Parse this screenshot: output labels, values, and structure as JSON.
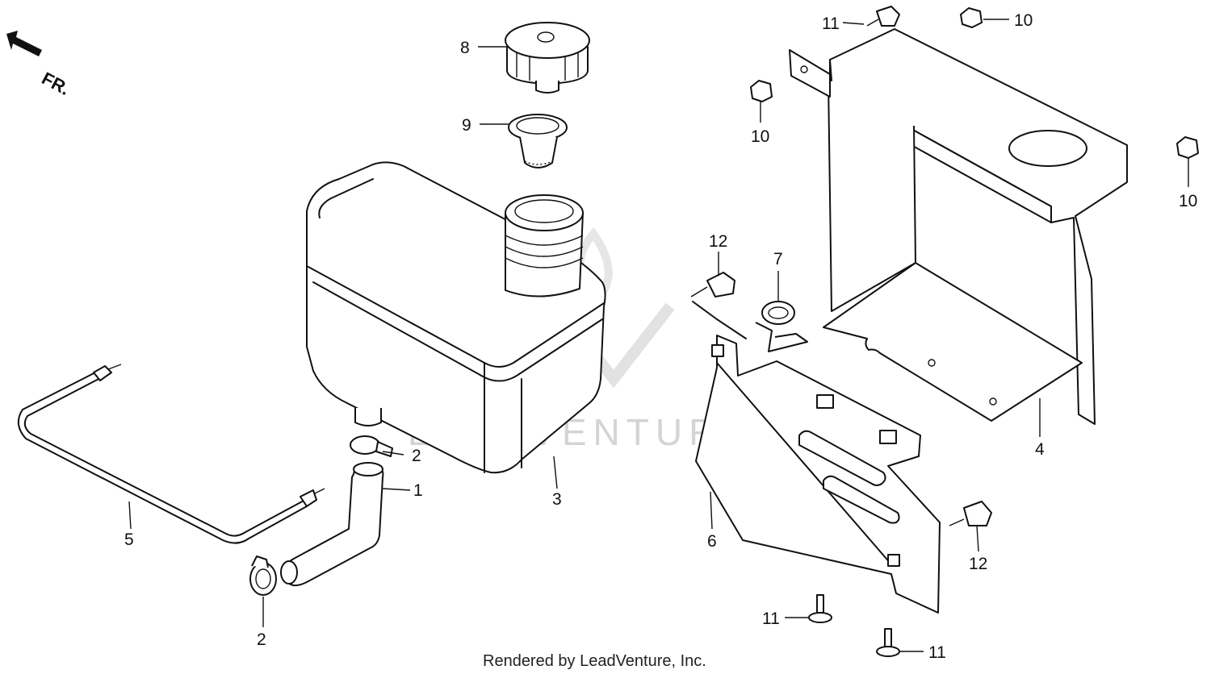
{
  "direction_marker": {
    "text": "FR.",
    "icon": "front-arrow-icon"
  },
  "watermark": {
    "text": "LEADVENTURE"
  },
  "footer": {
    "text": "Rendered by LeadVenture, Inc."
  },
  "callouts": {
    "part1": "1",
    "part2_upper": "2",
    "part2_lower": "2",
    "part3": "3",
    "part4": "4",
    "part5": "5",
    "part6": "6",
    "part7": "7",
    "part8": "8",
    "part9": "9",
    "part10_a": "10",
    "part10_b": "10",
    "part10_c": "10",
    "part11_a": "11",
    "part11_b": "11",
    "part11_c": "11",
    "part12_a": "12",
    "part12_b": "12"
  }
}
